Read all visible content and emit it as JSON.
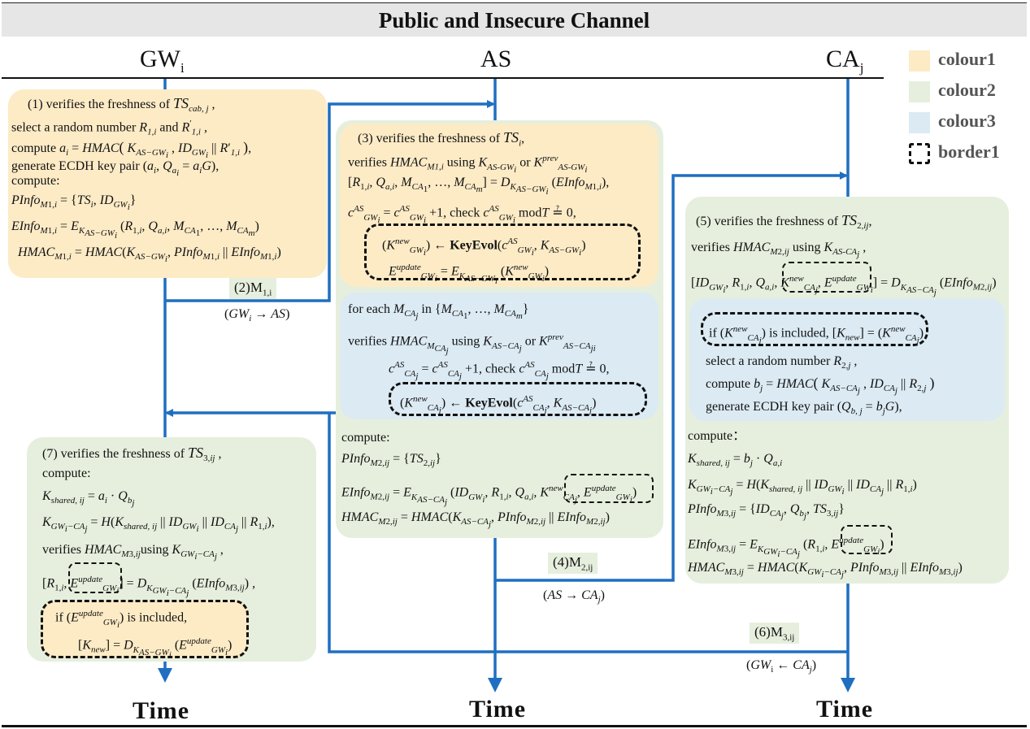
{
  "header": {
    "title": "Public and Insecure Channel"
  },
  "parties": {
    "gw": "GW",
    "gw_sub": "i",
    "as": "AS",
    "ca": "CA",
    "ca_sub": "j"
  },
  "legend": [
    {
      "label": "colour1",
      "color": "#fdebc6"
    },
    {
      "label": "colour2",
      "color": "#e6efdd"
    },
    {
      "label": "colour3",
      "color": "#dbeaf3"
    },
    {
      "label": "border1",
      "color": "#111111"
    }
  ],
  "messages": {
    "m1": "(2)M",
    "m1_sub": "1,i",
    "m2": "(4)M",
    "m2_sub": "2,ij",
    "m3": "(6)M",
    "m3_sub": "3,ij"
  },
  "time_label": "Time",
  "steps": {
    "s1_title": "(1) verifies the freshness of",
    "s3_title": "(3) verifies the freshness of",
    "s5_title": "(5) verifies the freshness of",
    "s7_title": "(7) verifies the freshness of",
    "select_random": "select a random number",
    "compute": "compute",
    "compute_colon": "compute:",
    "compute_cn": "compute：",
    "generate_ecdh": "generate ECDH key pair",
    "verifies": "verifies",
    "using": "using",
    "or": "or",
    "check": "check",
    "for_each": "for each",
    "in": "in",
    "if": "if",
    "is_included": "is included,",
    "and": "and",
    "keyevol": "KeyEvol"
  }
}
